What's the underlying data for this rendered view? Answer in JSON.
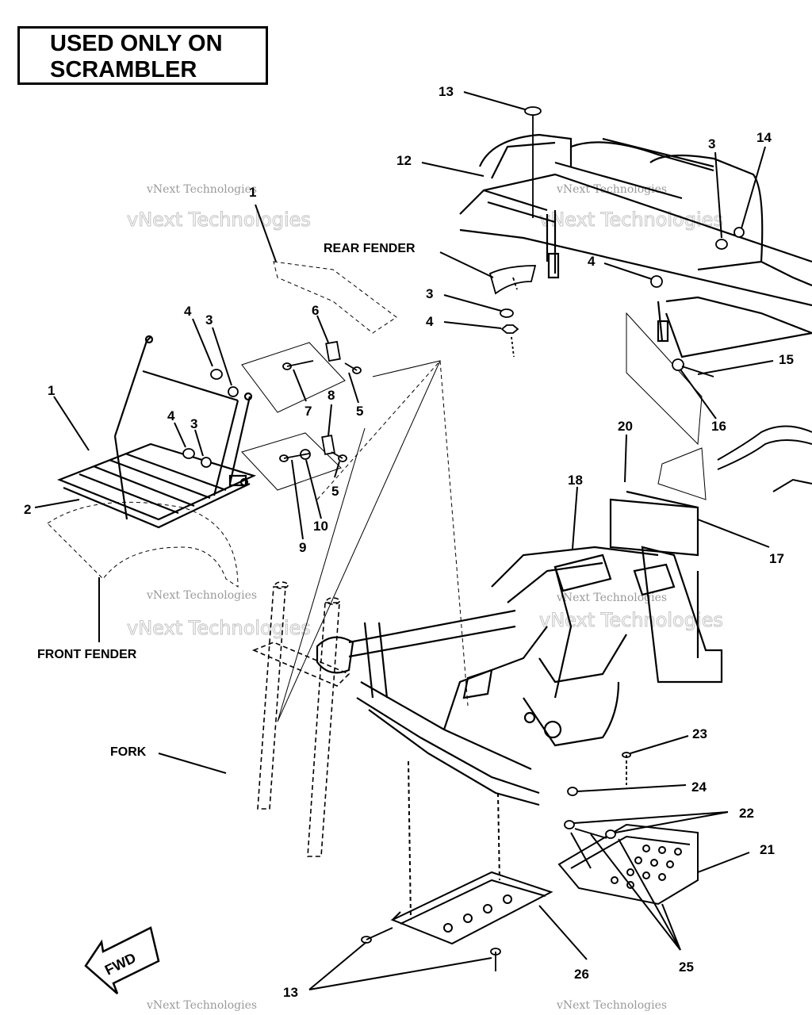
{
  "banner": {
    "line1": "USED ONLY ON",
    "line2": "SCRAMBLER"
  },
  "labels": {
    "rear_fender": "REAR FENDER",
    "front_fender": "FRONT FENDER",
    "fork": "FORK",
    "fwd": "FWD"
  },
  "callouts": {
    "c1a": "1",
    "c1b": "1",
    "c2": "2",
    "c3a": "3",
    "c3b": "3",
    "c3c": "3",
    "c3d": "3",
    "c4a": "4",
    "c4b": "4",
    "c4c": "4",
    "c4d": "4",
    "c5a": "5",
    "c5b": "5",
    "c6": "6",
    "c7": "7",
    "c8": "8",
    "c9": "9",
    "c10": "10",
    "c12": "12",
    "c13a": "13",
    "c13b": "13",
    "c14": "14",
    "c15": "15",
    "c16": "16",
    "c17": "17",
    "c18": "18",
    "c20": "20",
    "c21": "21",
    "c22": "22",
    "c23": "23",
    "c24": "24",
    "c25": "25",
    "c26": "26"
  },
  "watermark": {
    "line1": "vNext Technologies",
    "line2": "vNext Technologies"
  }
}
